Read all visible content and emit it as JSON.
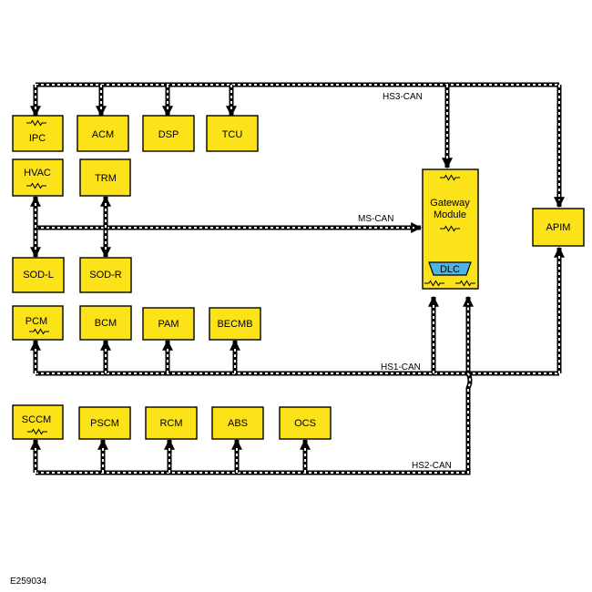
{
  "buses": {
    "hs3": "HS3-CAN",
    "ms": "MS-CAN",
    "hs1": "HS1-CAN",
    "hs2": "HS2-CAN"
  },
  "modules": {
    "ipc": "IPC",
    "acm": "ACM",
    "dsp": "DSP",
    "tcu": "TCU",
    "hvac": "HVAC",
    "trm": "TRM",
    "sodl": "SOD-L",
    "sodr": "SOD-R",
    "pcm": "PCM",
    "bcm": "BCM",
    "pam": "PAM",
    "becmb": "BECMB",
    "sccm": "SCCM",
    "pscm": "PSCM",
    "rcm": "RCM",
    "abs": "ABS",
    "ocs": "OCS",
    "apim": "APIM",
    "gateway_line1": "Gateway",
    "gateway_line2": "Module",
    "dlc": "DLC"
  },
  "figure_id": "E259034",
  "colors": {
    "module_fill": "#fbe219",
    "dlc_fill": "#4fb3e6",
    "bus": "#000000",
    "bus_dash": "#ffffff"
  }
}
